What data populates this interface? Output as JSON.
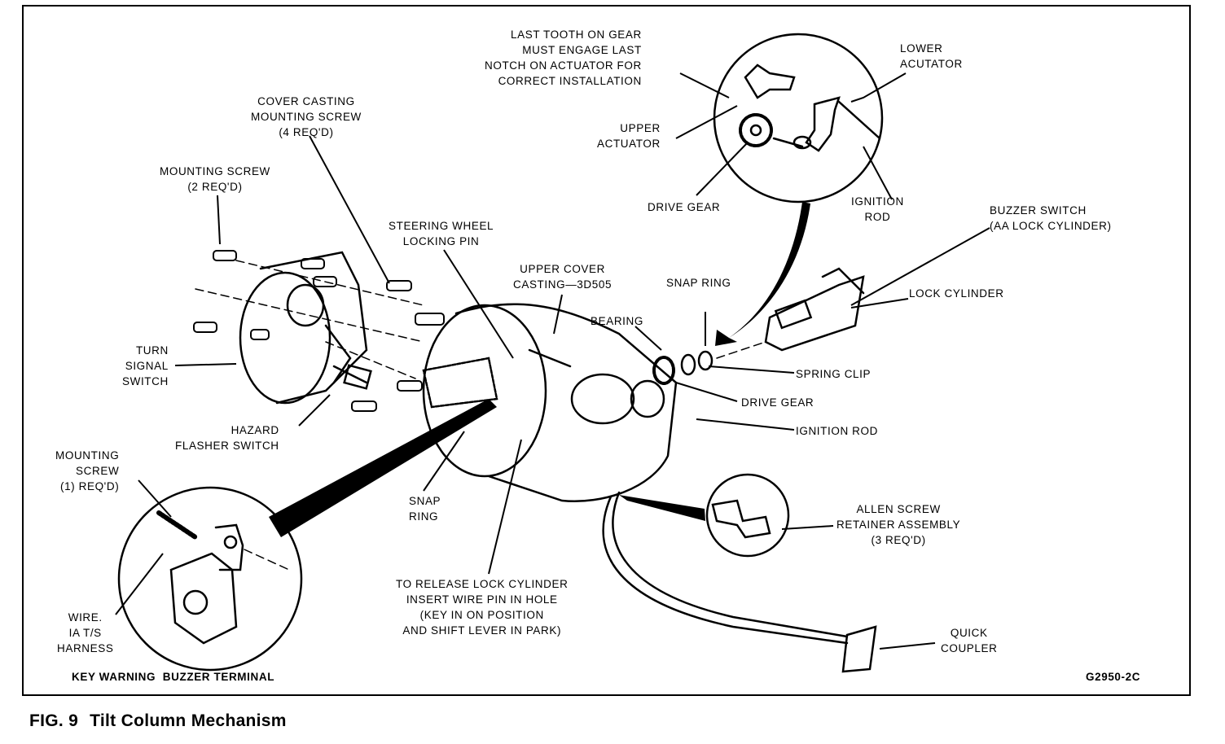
{
  "figure": {
    "number": "FIG. 9",
    "title": "Tilt Column Mechanism",
    "code": "G2950-2C"
  },
  "labels": {
    "last_tooth": "LAST TOOTH ON GEAR\nMUST ENGAGE LAST\nNOTCH ON ACTUATOR FOR\nCORRECT INSTALLATION",
    "lower_actuator": "LOWER\nACUTATOR",
    "upper_actuator": "UPPER\nACTUATOR",
    "drive_gear_inset": "DRIVE GEAR",
    "ignition_rod_inset": "IGNITION\nROD",
    "buzzer_switch": "BUZZER SWITCH\n(AA LOCK CYLINDER)",
    "lock_cylinder": "LOCK CYLINDER",
    "cover_casting_screw": "COVER CASTING\nMOUNTING SCREW\n(4 REQ'D)",
    "mounting_screw_2": "MOUNTING SCREW\n(2 REQ'D)",
    "steering_wheel_pin": "STEERING WHEEL\nLOCKING PIN",
    "upper_cover_casting": "UPPER COVER\nCASTING—3D505",
    "snap_ring_top": "SNAP RING",
    "bearing": "BEARING",
    "spring_clip": "SPRING CLIP",
    "drive_gear": "DRIVE GEAR",
    "ignition_rod": "IGNITION ROD",
    "turn_signal_switch": "TURN\nSIGNAL\nSWITCH",
    "hazard_flasher": "HAZARD\nFLASHER SWITCH",
    "mounting_screw_1": "MOUNTING\nSCREW\n(1) REQ'D)",
    "snap_ring_bottom": "SNAP\nRING",
    "release_lock": "TO RELEASE LOCK CYLINDER\nINSERT WIRE PIN IN HOLE\n(KEY IN ON POSITION\nAND SHIFT LEVER IN PARK)",
    "allen_screw": "ALLEN SCREW\nRETAINER ASSEMBLY\n(3 REQ'D)",
    "quick_coupler": "QUICK\nCOUPLER",
    "wire_harness": "WIRE.\nIA T/S\nHARNESS",
    "key_warning": "KEY WARNING  BUZZER TERMINAL"
  }
}
